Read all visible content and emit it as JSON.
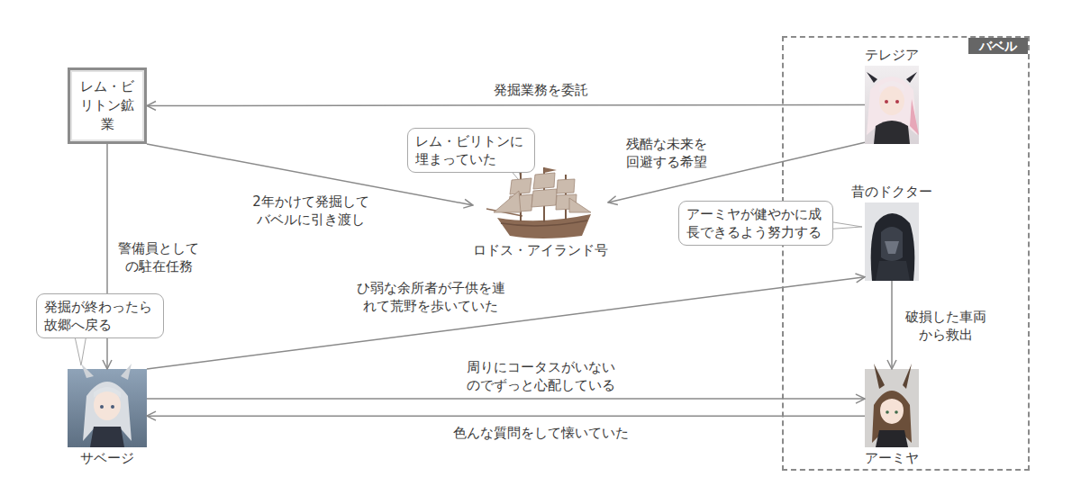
{
  "diagram": {
    "nodes": [
      {
        "text": [
          "バベル"
        ]
      },
      {
        "text": [
          "レム・ビ リトン鉱 業"
        ]
      },
      {
        "text": [
          "テレジア"
        ],
        "in": 0
      },
      {
        "text": [
          "レム・ビリトンに 埋まっていた"
        ]
      },
      {
        "text": [
          "ロドス・アイランド号"
        ]
      },
      {
        "text": [
          "昔のドクター"
        ],
        "in": 0
      },
      {
        "text": [
          "アーミヤが健やかに成 長できるよう努力する"
        ]
      },
      {
        "text": [
          "発掘が終わったら 故郷へ戻る"
        ]
      },
      {
        "text": [
          "サベージ"
        ]
      },
      {
        "text": [
          "アーミヤ"
        ],
        "in": 0
      }
    ],
    "edges": [
      {
        "from": 2,
        "to": 1,
        "arrow": "to",
        "label": "発掘業務を委託"
      },
      {
        "from": 1,
        "to": 4,
        "arrow": "to",
        "label": "2年かけて発掘して バベルに引き渡し"
      },
      {
        "from": 2,
        "to": 4,
        "arrow": "to",
        "label": "残酷な未来を 回避する希望"
      },
      {
        "from": 1,
        "to": 8,
        "arrow": "to",
        "label": "警備員として の駐在任務"
      },
      {
        "from": 8,
        "to": 5,
        "arrow": "to",
        "label": "ひ弱な余所者が子供を連 れて荒野を歩いていた"
      },
      {
        "from": 5,
        "to": 9,
        "arrow": "to",
        "label": "破損した車両 から救出"
      },
      {
        "from": 8,
        "to": 9,
        "arrow": "to",
        "label": "周りにコータスがいない のでずっと心配している"
      },
      {
        "from": 9,
        "to": 8,
        "arrow": "to",
        "label": "色んな質問をして懐いていた"
      }
    ]
  }
}
